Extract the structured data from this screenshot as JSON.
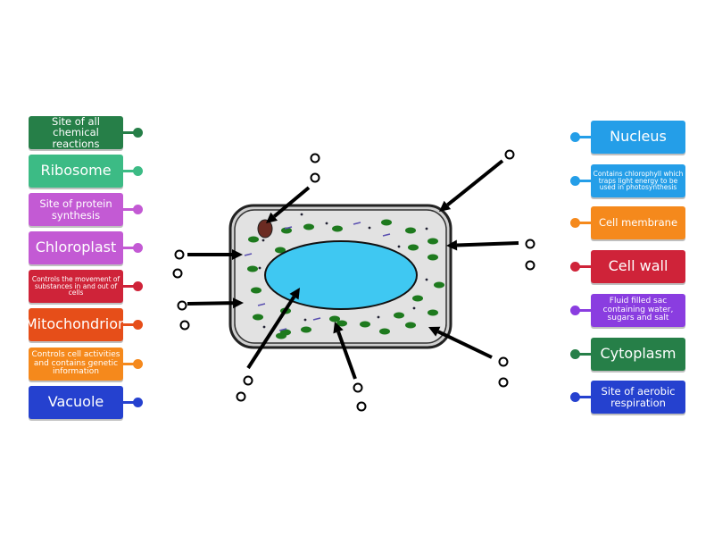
{
  "left_labels": [
    {
      "text": "Site of all chemical reactions",
      "color": "#267f48",
      "size": "med"
    },
    {
      "text": "Ribosome",
      "color": "#3cbb85",
      "size": "big"
    },
    {
      "text": "Site of protein synthesis",
      "color": "#c35ad4",
      "size": "med"
    },
    {
      "text": "Chloroplast",
      "color": "#c35ad4",
      "size": "big"
    },
    {
      "text": "Controls the movement of substances in and out of cells",
      "color": "#cf2339",
      "size": "xs"
    },
    {
      "text": "Mitochondrion",
      "color": "#e64e19",
      "size": "big"
    },
    {
      "text": "Controls cell activities and contains genetic information",
      "color": "#f5891c",
      "size": "sm"
    },
    {
      "text": "Vacuole",
      "color": "#2541cf",
      "size": "big"
    }
  ],
  "right_labels": [
    {
      "text": "Nucleus",
      "color": "#249ee8",
      "size": "big"
    },
    {
      "text": "Contains chlorophyll which traps light energy to be used in photosynthesis",
      "color": "#249ee8",
      "size": "xs"
    },
    {
      "text": "Cell membrane",
      "color": "#f5891c",
      "size": "med"
    },
    {
      "text": "Cell wall",
      "color": "#cf2339",
      "size": "big"
    },
    {
      "text": "Fluid filled sac containing water, sugars and salt",
      "color": "#8a3de0",
      "size": "sm"
    },
    {
      "text": "Cytoplasm",
      "color": "#267f48",
      "size": "big"
    },
    {
      "text": "Site of aerobic respiration",
      "color": "#2541cf",
      "size": "med"
    }
  ]
}
